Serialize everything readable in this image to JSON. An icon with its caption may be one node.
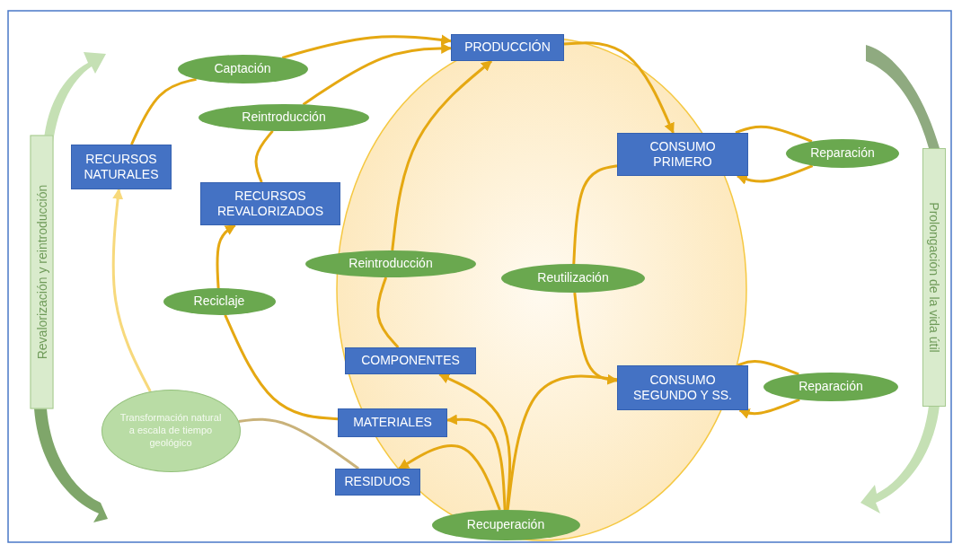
{
  "diagram": {
    "nodes": [
      {
        "text": [
          "PRODUCCIÓN"
        ]
      },
      {
        "text": [
          "Captación"
        ]
      },
      {
        "text": [
          "Reintroducción"
        ]
      },
      {
        "text": [
          "RECURSOS NATURALES"
        ]
      },
      {
        "text": [
          "CONSUMO PRIMERO"
        ]
      },
      {
        "text": [
          "Reparación"
        ]
      },
      {
        "text": [
          "RECURSOS REVALORIZADOS"
        ]
      },
      {
        "text": [
          "Reintroducción"
        ]
      },
      {
        "text": [
          "Reutilización"
        ]
      },
      {
        "text": [
          "Reciclaje"
        ]
      },
      {
        "text": [
          "COMPONENTES"
        ]
      },
      {
        "text": [
          "CONSUMO SEGUNDO Y SS."
        ]
      },
      {
        "text": [
          "Reparación"
        ]
      },
      {
        "text": [
          "Transformación natural a escala de tiempo geológico"
        ]
      },
      {
        "text": [
          "MATERIALES"
        ]
      },
      {
        "text": [
          "RESIDUOS"
        ]
      },
      {
        "text": [
          "Recuperación"
        ]
      }
    ],
    "edges": [
      {
        "from": 3,
        "to": 1,
        "arrow": "none"
      },
      {
        "from": 1,
        "to": 0,
        "arrow": "to"
      },
      {
        "from": 6,
        "to": 2,
        "arrow": "none"
      },
      {
        "from": 2,
        "to": 0,
        "arrow": "to"
      },
      {
        "from": 10,
        "to": 7,
        "arrow": "none"
      },
      {
        "from": 7,
        "to": 0,
        "arrow": "to"
      },
      {
        "from": 0,
        "to": 4,
        "arrow": "to"
      },
      {
        "from": 4,
        "to": 5,
        "arrow": "none"
      },
      {
        "from": 5,
        "to": 4,
        "arrow": "to"
      },
      {
        "from": 4,
        "to": 8,
        "arrow": "none"
      },
      {
        "from": 8,
        "to": 11,
        "arrow": "to"
      },
      {
        "from": 11,
        "to": 12,
        "arrow": "none"
      },
      {
        "from": 12,
        "to": 11,
        "arrow": "to"
      },
      {
        "from": 11,
        "to": 16,
        "arrow": "none"
      },
      {
        "from": 16,
        "to": 15,
        "arrow": "to"
      },
      {
        "from": 16,
        "to": 14,
        "arrow": "to"
      },
      {
        "from": 16,
        "to": 10,
        "arrow": "to"
      },
      {
        "from": 14,
        "to": 9,
        "arrow": "none"
      },
      {
        "from": 9,
        "to": 6,
        "arrow": "to"
      },
      {
        "from": 15,
        "to": 13,
        "arrow": "none",
        "color": "#c9b27a"
      },
      {
        "from": 13,
        "to": 3,
        "arrow": "to",
        "color": "#f7d97c"
      }
    ],
    "labels": [
      "Revalorización y reintroducción",
      "Prolongación de la vida útil"
    ]
  }
}
